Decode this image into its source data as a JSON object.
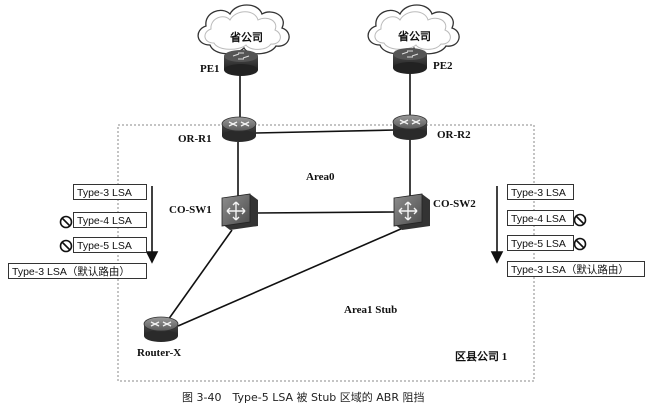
{
  "clouds": [
    {
      "id": "cloud-1",
      "label": "省公司"
    },
    {
      "id": "cloud-2",
      "label": "省公司"
    }
  ],
  "devices": {
    "pe1": "PE1",
    "pe2": "PE2",
    "or_r1": "OR-R1",
    "or_r2": "OR-R2",
    "co_sw1": "CO-SW1",
    "co_sw2": "CO-SW2",
    "router_x": "Router-X"
  },
  "areas": {
    "area0": "Area0",
    "area1": "Area1 Stub",
    "district": "区县公司 1"
  },
  "lsa_left": [
    {
      "label": "Type-3 LSA",
      "blocked": false
    },
    {
      "label": "Type-4 LSA",
      "blocked": true
    },
    {
      "label": "Type-5 LSA",
      "blocked": true
    },
    {
      "label": "Type-3 LSA（默认路由）",
      "blocked": false
    }
  ],
  "lsa_right": [
    {
      "label": "Type-3 LSA",
      "blocked": false
    },
    {
      "label": "Type-4 LSA",
      "blocked": true
    },
    {
      "label": "Type-5 LSA",
      "blocked": true
    },
    {
      "label": "Type-3 LSA（默认路由）",
      "blocked": false
    }
  ],
  "caption": "图 3-40　Type-5 LSA 被 Stub 区域的 ABR 阻挡",
  "colors": {
    "device_dark": "#3a3a3a",
    "device_mid": "#8a8a8a",
    "line": "#111111",
    "dotted": "#777777"
  }
}
